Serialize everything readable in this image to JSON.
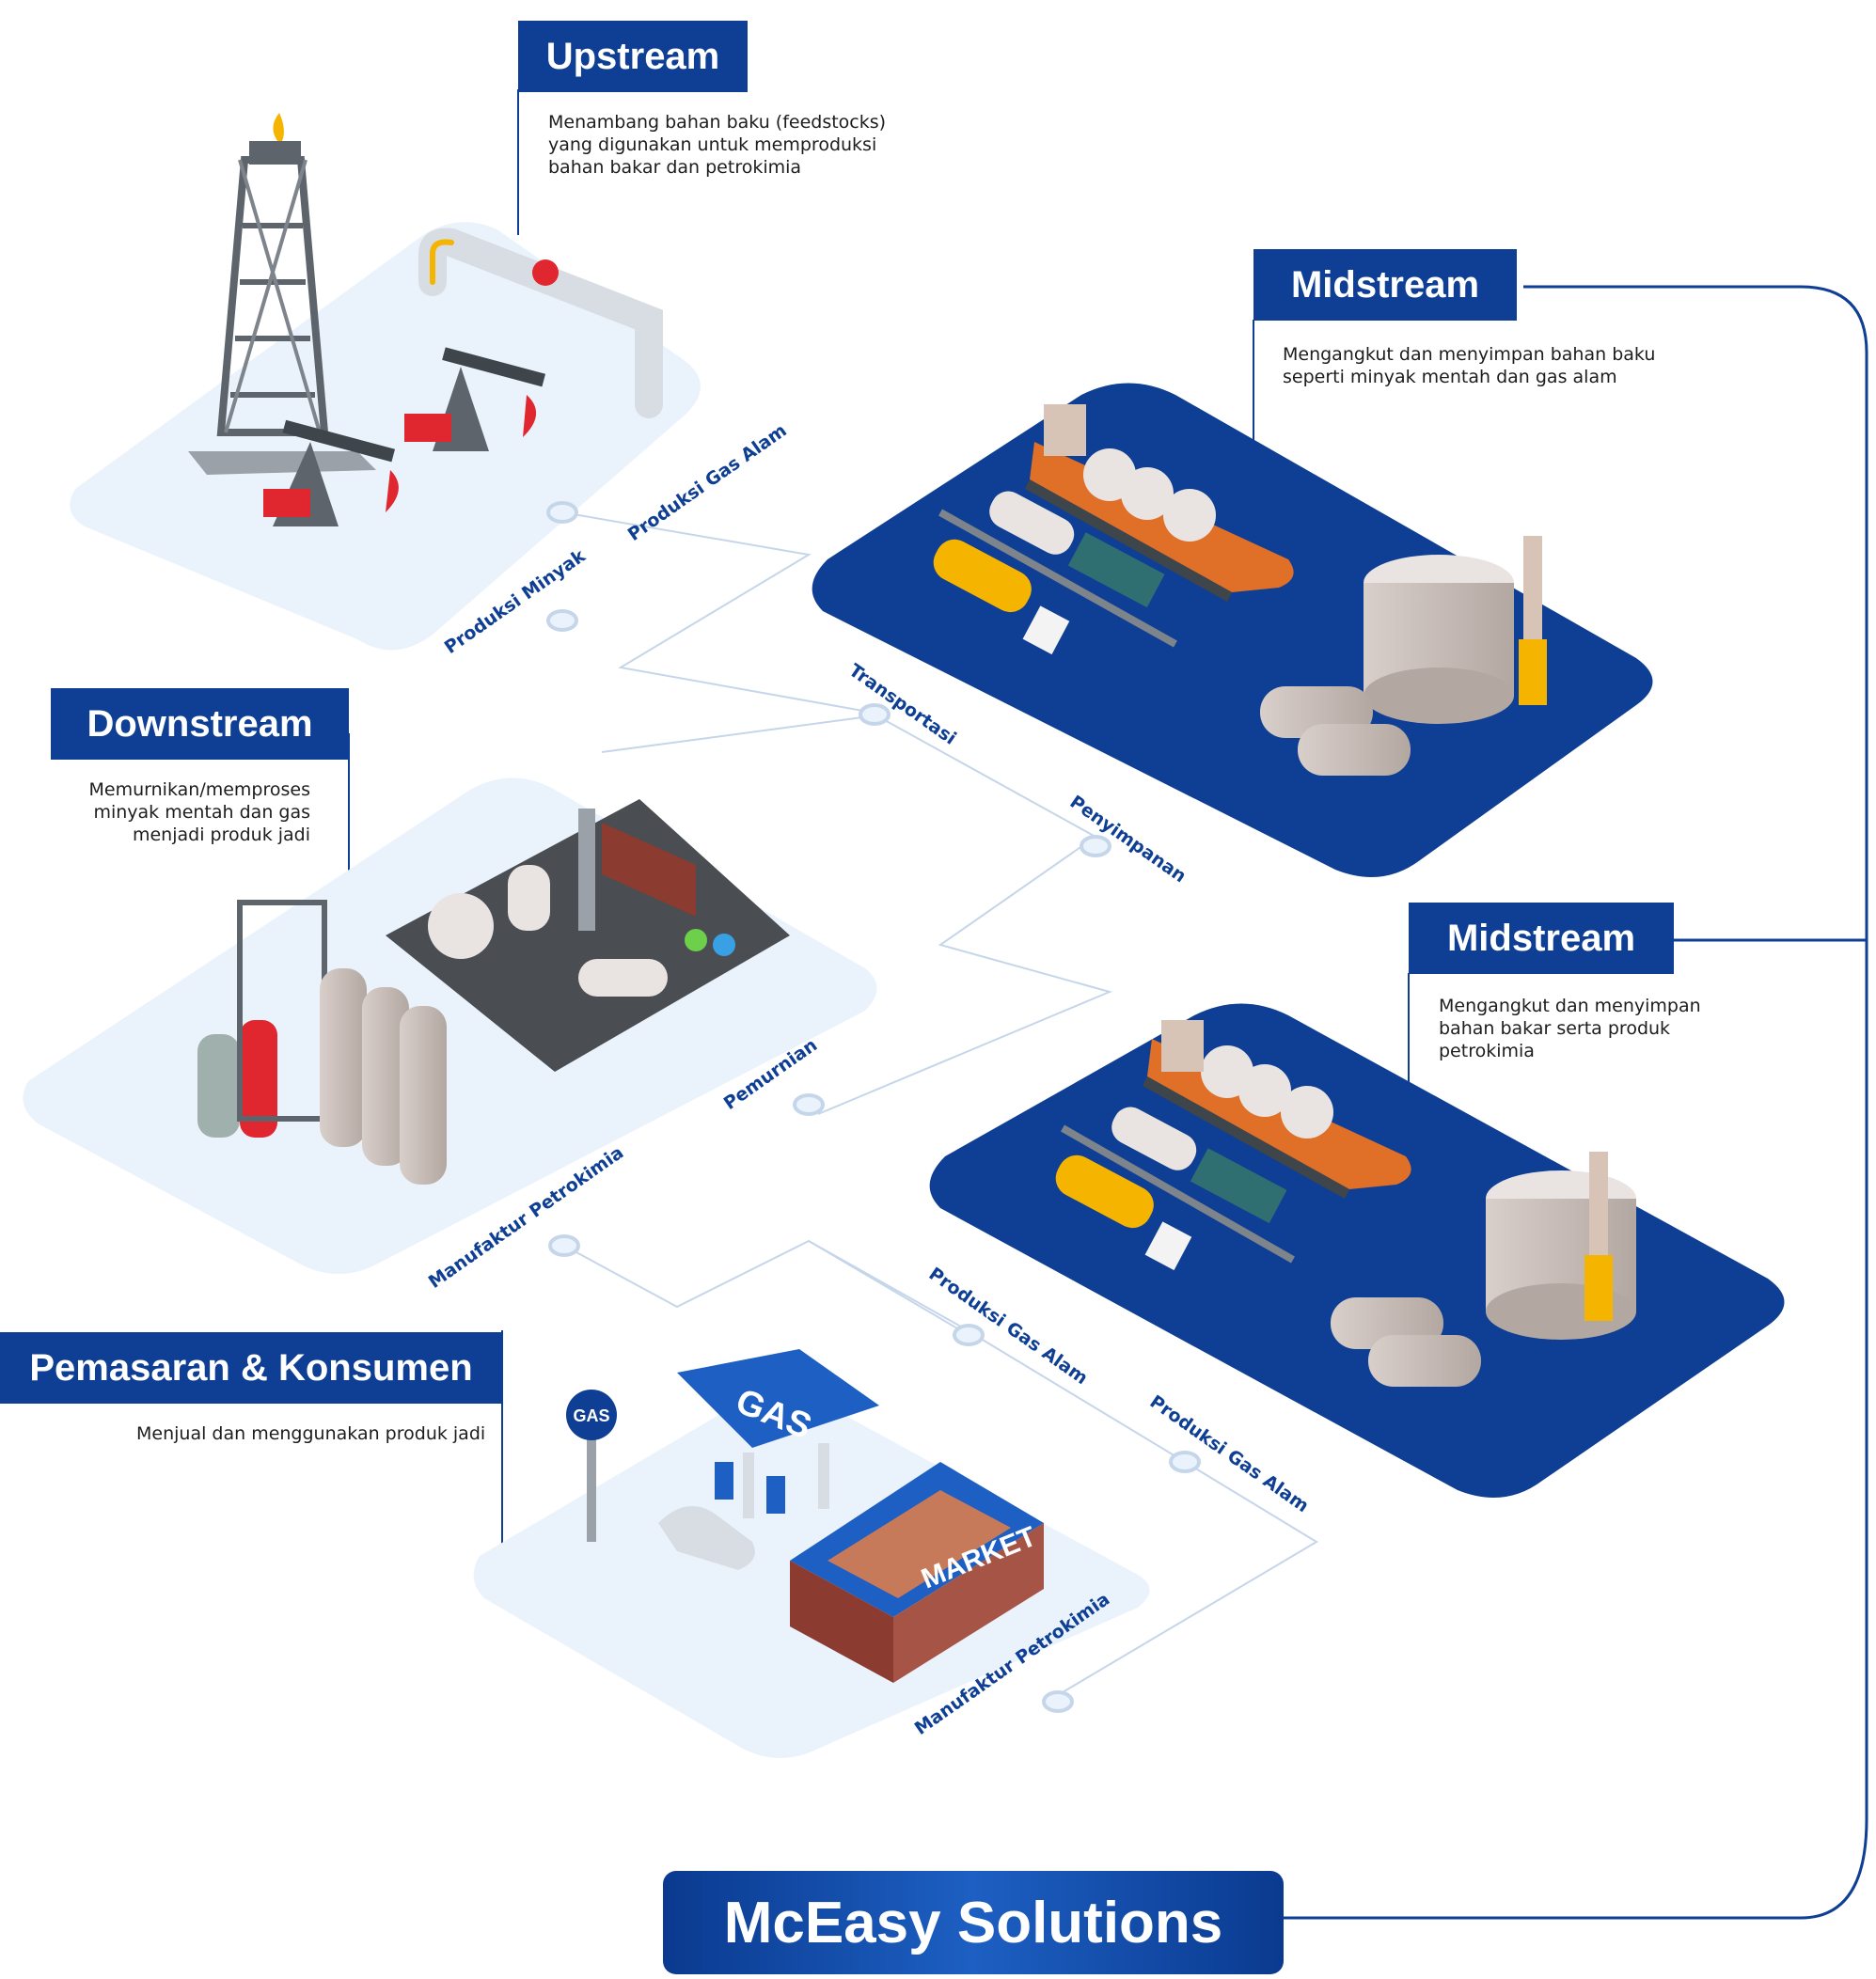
{
  "stages": {
    "upstream": {
      "title": "Upstream",
      "description": "Menambang bahan baku (feedstocks) yang digunakan untuk memproduksi bahan bakar dan petrokimia"
    },
    "midstream_1": {
      "title": "Midstream",
      "description": "Mengangkut dan menyimpan bahan baku seperti minyak mentah dan gas alam"
    },
    "downstream": {
      "title": "Downstream",
      "description": "Memurnikan/memproses minyak mentah dan gas menjadi produk jadi"
    },
    "midstream_2": {
      "title": "Midstream",
      "description": "Mengangkut dan menyimpan bahan bakar serta produk petrokimia"
    },
    "marketing": {
      "title": "Pemasaran & Konsumen",
      "description": "Menjual dan menggunakan produk jadi"
    }
  },
  "labels": {
    "produksi_gas_alam_1": "Produksi Gas Alam",
    "produksi_minyak": "Produksi Minyak",
    "transportasi": "Transportasi",
    "penyimpanan": "Penyimpanan",
    "pemurnian": "Pemurnian",
    "manufaktur_petrokimia_1": "Manufaktur Petrokimia",
    "produksi_gas_alam_2": "Produksi Gas Alam",
    "produksi_gas_alam_3": "Produksi Gas Alam",
    "manufaktur_petrokimia_2": "Manufaktur Petrokimia"
  },
  "signage": {
    "gas_canopy": "GAS",
    "gas_pole": "GAS",
    "market": "MARKET"
  },
  "brand": "McEasy Solutions",
  "colors": {
    "primary_blue": "#0e3f94",
    "light_platform": "#eaf3fc",
    "dark_platform": "#0e3f94",
    "connector_line": "#c6d6ea"
  }
}
